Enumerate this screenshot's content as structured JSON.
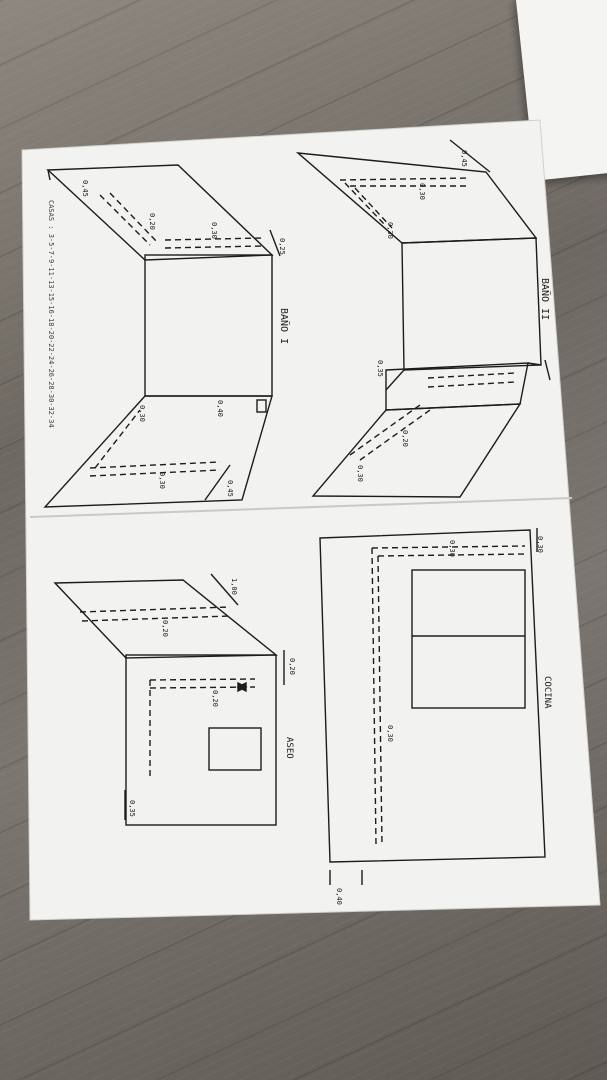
{
  "labels": {
    "bano1": "BAÑO I",
    "bano2": "BAÑO II",
    "aseo": "ASEO",
    "cocina": "COCINA",
    "casas": "CASAS : 3-5-7-9-11-13-15-16-18-20-22-24-26-28-30-32-34"
  },
  "dims": {
    "d045_b2": "0,45",
    "d030_b2a": "0,30",
    "d030_b2b": "0,30",
    "d035_b2": "0,35",
    "d020_b2": "0,20",
    "d030_b2c": "0,30",
    "d045_b1": "0,45",
    "d020_b1a": "0,20",
    "d030_b1": "0,30",
    "d025_b1": "0,25",
    "d030_b1b": "0,30",
    "d040_b1": "0,40",
    "d030_b1c": "0,30",
    "d045_b1b": "0,45",
    "d100_aseo": "1,00",
    "d020_aseo_a": "0,20",
    "d020_aseo_b": "0,20",
    "d020_aseo_c": "0,20",
    "d035_aseo": "0,35",
    "d030_cocina_a": "0,30",
    "d030_cocina_b": "0,30",
    "d030_cocina_c": "0,30",
    "d040_cocina": "0,40"
  },
  "colors": {
    "paper": "#f3f3f1",
    "ink": "#1c1c1c",
    "floor": "#77726b"
  }
}
